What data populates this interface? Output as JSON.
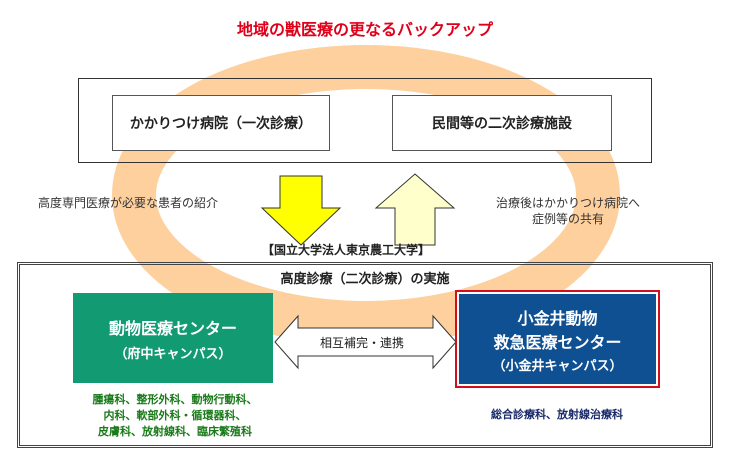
{
  "title": "地域の獣医療の更なるバックアップ",
  "top_boxes": {
    "primary": "かかりつけ病院（一次診療）",
    "secondary": "民間等の二次診療施設"
  },
  "arrows": {
    "down_caption": "高度専門医療が必要な患者の紹介",
    "up_caption_1": "治療後はかかりつけ病院へ",
    "up_caption_2": "症例等の共有",
    "mutual": "相互補完・連携"
  },
  "university": "【国立大学法人東京農工大学】",
  "section_title": "高度診療（二次診療）の実施",
  "fuchu": {
    "name": "動物医療センター",
    "campus": "（府中キャンパス）",
    "depts": [
      "腫瘍科、整形外科、動物行動科、",
      "内科、軟部外科・循環器科、",
      "皮膚科、放射線科、臨床繁殖科"
    ]
  },
  "koganei": {
    "name_1": "小金井動物",
    "name_2": "救急医療センター",
    "campus": "（小金井キャンパス）",
    "depts": "総合診療科、放射線治療科"
  },
  "colors": {
    "ring": "#fdd09e",
    "green": "#129a72",
    "blue": "#0e5092",
    "red": "#d0101e",
    "title": "#e0001a"
  }
}
